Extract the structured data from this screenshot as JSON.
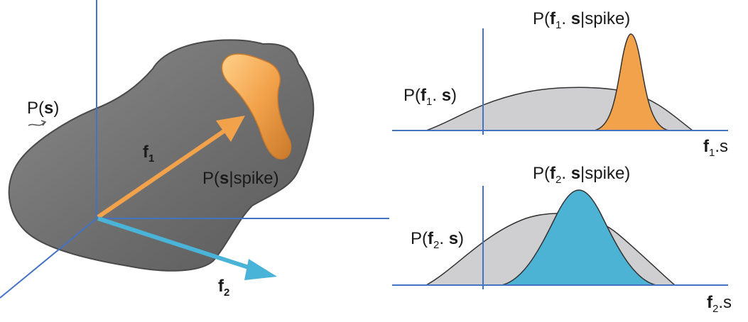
{
  "colors": {
    "axis": "#4472c4",
    "blob_fill": "#6e6e6e",
    "blob_edge": "#4a4a4a",
    "cluster": "#f2a24a",
    "f1_arrow": "#f2a24a",
    "f2_arrow": "#4ab4d8",
    "prior_fill": "#cfcfd1",
    "spike_f1_fill": "#f2a24a",
    "spike_f2_fill": "#4db3d4"
  },
  "left_panel": {
    "prior": {
      "prefix": "P(",
      "var": "s",
      "suffix": ")"
    },
    "f1": {
      "letter": "f",
      "sub": "1"
    },
    "f2": {
      "letter": "f",
      "sub": "2"
    },
    "spike_cond": {
      "prefix": "P(",
      "var": "s",
      "suffix": "|spike)"
    }
  },
  "panel_f1": {
    "title": {
      "p1": "P(",
      "f": "f",
      "sub": "1",
      "mid": ". ",
      "s": "s",
      "rest": "|spike)"
    },
    "prior_label": {
      "p1": "P(",
      "f": "f",
      "sub": "1",
      "mid": ". ",
      "s": "s",
      "rest": ")"
    },
    "xlabel": {
      "f": "f",
      "sub": "1",
      "rest": ".s"
    }
  },
  "panel_f2": {
    "title": {
      "p1": "P(",
      "f": "f",
      "sub": "2",
      "mid": ". ",
      "s": "s",
      "rest": "|spike)"
    },
    "prior_label": {
      "p1": "P(",
      "f": "f",
      "sub": "2",
      "mid": ". ",
      "s": "s",
      "rest": ")"
    },
    "xlabel": {
      "f": "f",
      "sub": "2",
      "rest": ".s"
    }
  }
}
